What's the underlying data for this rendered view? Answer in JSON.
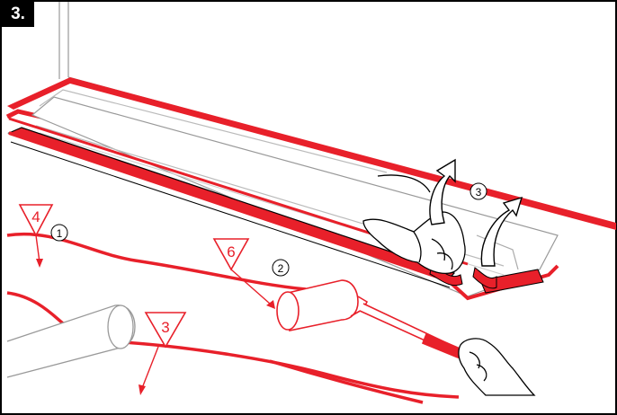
{
  "step": {
    "label": "3."
  },
  "markers": {
    "triangle_a": "4",
    "triangle_b": "6",
    "triangle_c": "3",
    "circle_a": "1",
    "circle_b": "2",
    "circle_c": "3"
  },
  "colors": {
    "accent": "#e8202a",
    "ink": "#000000",
    "membrane_light": "#dddddd",
    "background": "#ffffff"
  },
  "icons": {
    "arrow_peel_left": "curved-up-arrow",
    "arrow_peel_right": "curved-up-arrow",
    "tool": "pressure-roller"
  }
}
